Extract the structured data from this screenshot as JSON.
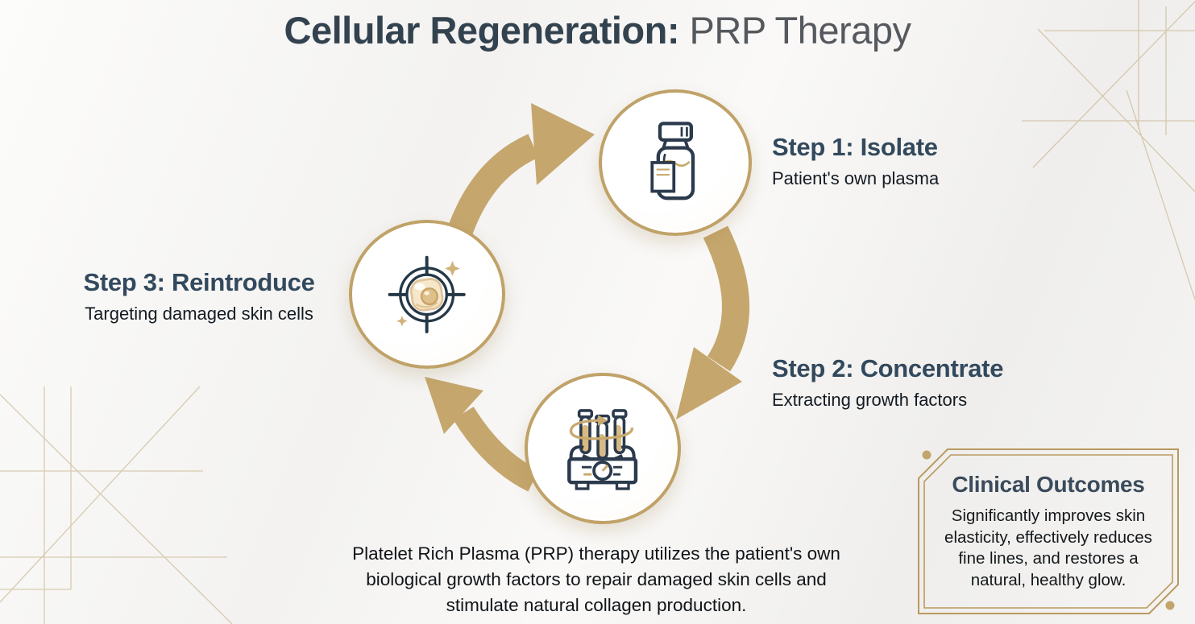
{
  "title": {
    "bold": "Cellular Regeneration:",
    "light": " PRP Therapy"
  },
  "steps": [
    {
      "heading": "Step 1: Isolate",
      "subtitle": "Patient's own plasma",
      "icon": "vial-icon"
    },
    {
      "heading": "Step 2: Concentrate",
      "subtitle": "Extracting growth factors",
      "icon": "centrifuge-icon"
    },
    {
      "heading": "Step 3: Reintroduce",
      "subtitle": "Targeting damaged skin cells",
      "icon": "cell-target-icon"
    }
  ],
  "description": "Platelet Rich Plasma (PRP) therapy utilizes the patient's own biological growth factors to repair damaged skin cells and stimulate natural collagen production.",
  "outcomes": {
    "heading": "Clinical Outcomes",
    "body": "Significantly improves skin elasticity, effectively reduces fine lines, and restores a natural, healthy glow."
  },
  "colors": {
    "gold_arrow": "#c5a76e",
    "gold_border": "#c0a268",
    "gold_line": "#bfa878",
    "heading_slate": "#32495d",
    "title_dark": "#33424f",
    "title_light": "#55595e",
    "body_text": "#101418",
    "background": "#f3f2f0",
    "icon_navy": "#2b3a4c",
    "cell_cream": "#f6e7cb"
  }
}
